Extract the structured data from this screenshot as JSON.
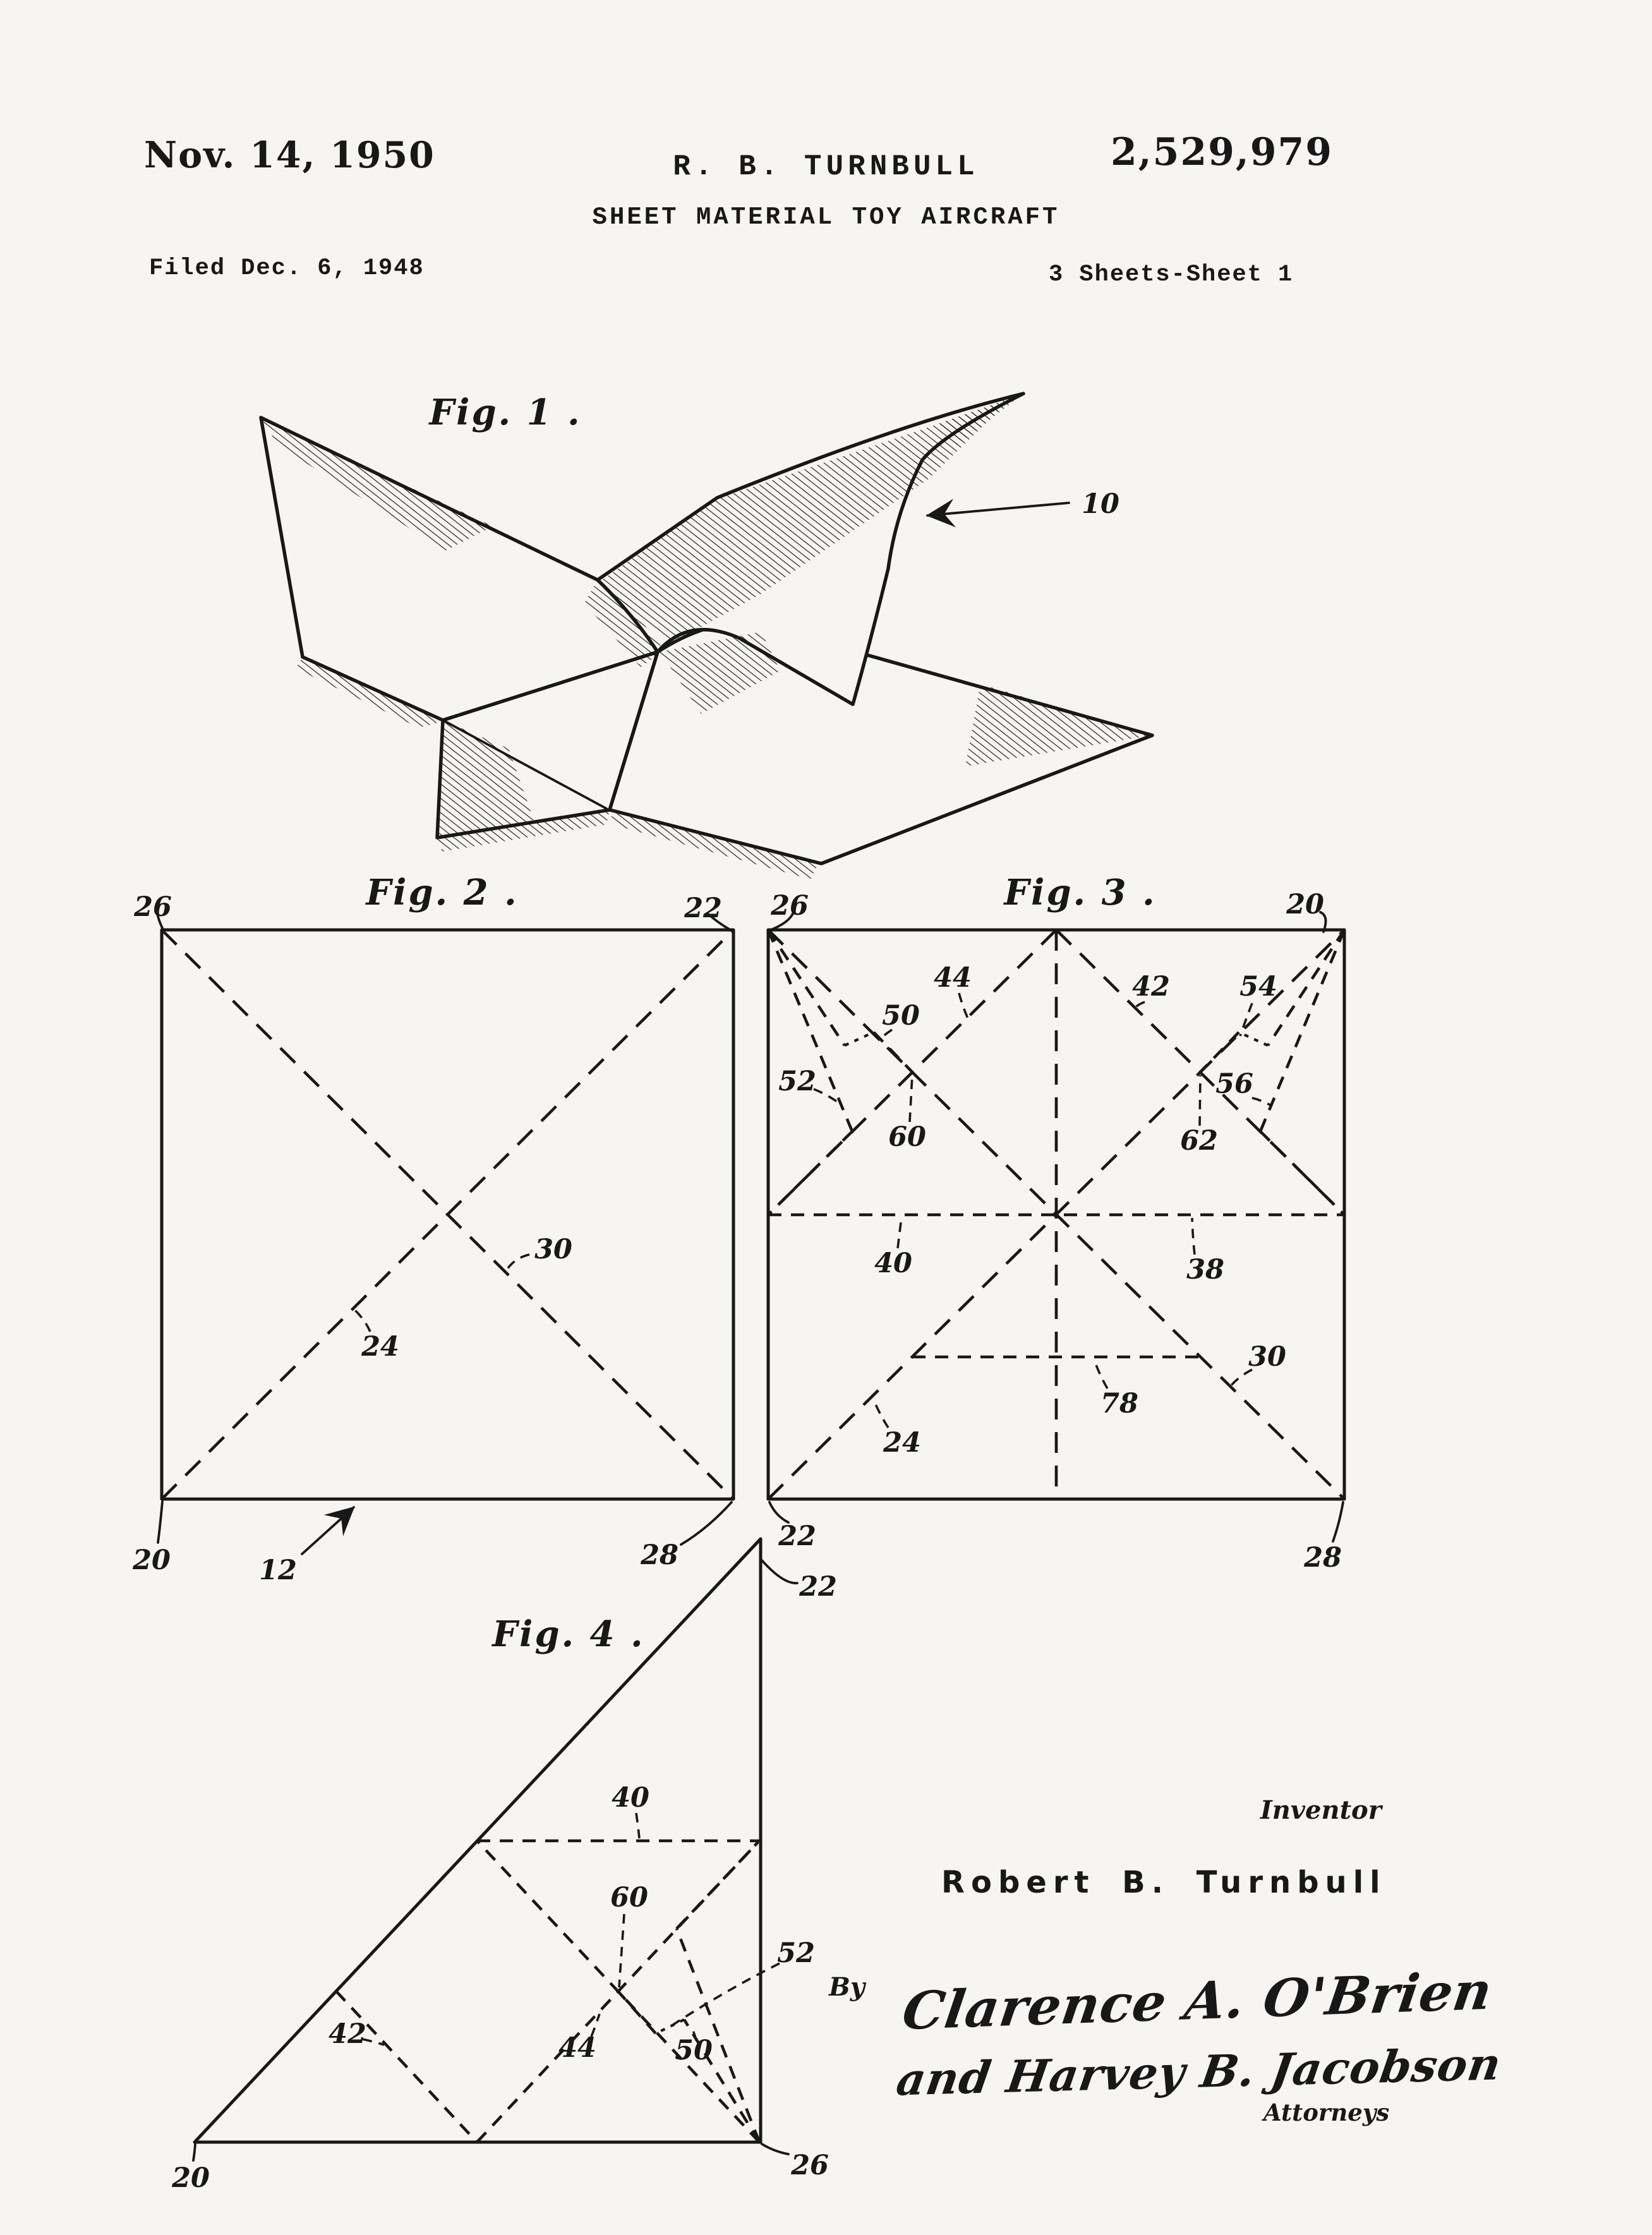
{
  "page": {
    "background": "#f7f5f1",
    "ink": "#181818"
  },
  "header": {
    "date": "Nov. 14, 1950",
    "inventor_name": "R. B. TURNBULL",
    "patent_number": "2,529,979",
    "invention_title": "SHEET MATERIAL TOY AIRCRAFT",
    "filed": "Filed Dec. 6, 1948",
    "sheet_info": "3 Sheets-Sheet 1"
  },
  "fig1": {
    "title": "Fig. 1 .",
    "labels": {
      "aircraft": "10"
    }
  },
  "fig2": {
    "title": "Fig. 2 .",
    "labels": {
      "top_left": "26",
      "top_right": "22",
      "diag_down": "30",
      "diag_up": "24",
      "bottom_left": "20",
      "sheet": "12",
      "bottom_right": "28"
    }
  },
  "fig3": {
    "title": "Fig. 3 .",
    "labels": {
      "top_left": "26",
      "top_right": "20",
      "fold_44": "44",
      "fold_42": "42",
      "fold_54": "54",
      "fold_50": "50",
      "fold_52": "52",
      "fold_56": "56",
      "point_60": "60",
      "point_62": "62",
      "fold_40": "40",
      "fold_38": "38",
      "diag_30": "30",
      "fold_78": "78",
      "diag_24": "24",
      "bottom_left": "22",
      "bottom_right": "28"
    }
  },
  "fig4": {
    "title": "Fig. 4 .",
    "labels": {
      "apex": "22",
      "fold_40": "40",
      "point_60": "60",
      "fold_52": "52",
      "fold_42": "42",
      "fold_44": "44",
      "fold_50": "50",
      "bottom_left": "20",
      "bottom_right": "26"
    }
  },
  "signature": {
    "inventor_caption": "Inventor",
    "inventor_name": "Robert B. Turnbull",
    "by_label": "By",
    "attorney_line1": "Clarence A. O'Brien",
    "attorney_line2": "and Harvey B. Jacobson",
    "attorneys_caption": "Attorneys"
  }
}
